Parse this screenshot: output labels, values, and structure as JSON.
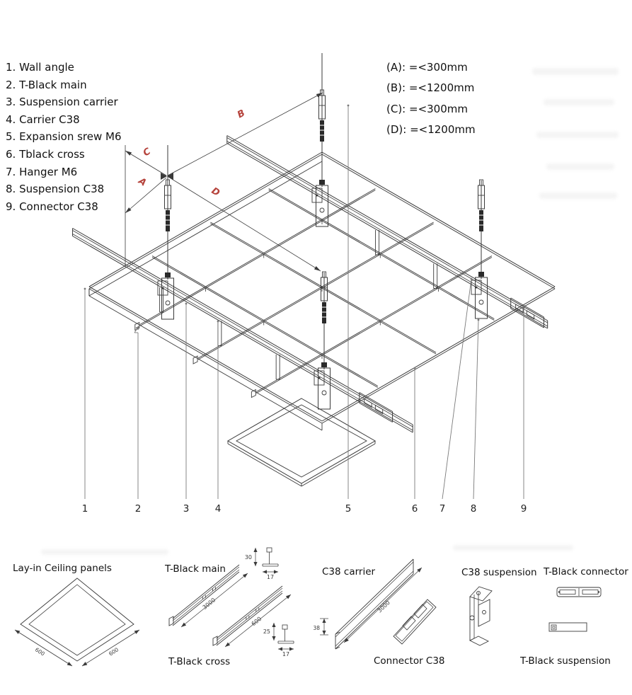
{
  "colors": {
    "ink": "#3a3a3a",
    "red": "#b5423b",
    "leader": "#7a7a7a",
    "background": "#ffffff"
  },
  "legend": {
    "items": [
      "1. Wall angle",
      "2. T-Black main",
      "3. Suspension carrier",
      "4. Carrier C38",
      "5. Expansion srew M6",
      "6. Tblack cross",
      "7. Hanger M6",
      "8. Suspension C38",
      "9. Connector C38"
    ]
  },
  "dimension_notes": {
    "items": [
      "(A): =<300mm",
      "(B): =<1200mm",
      "(C): =<300mm",
      "(D): =<1200mm"
    ]
  },
  "dim_markers": {
    "a": "A",
    "b": "B",
    "c": "C",
    "d": "D"
  },
  "callouts": {
    "items": [
      "1",
      "2",
      "3",
      "4",
      "5",
      "6",
      "7",
      "8",
      "9"
    ]
  },
  "gallery": {
    "panel": {
      "label": "Lay-in Ceiling panels",
      "dim_left": "600",
      "dim_right": "600"
    },
    "t_main": {
      "label": "T-Black main",
      "length": "3000",
      "sec_h": "30",
      "sec_w": "17"
    },
    "t_cross": {
      "label": "T-Black cross",
      "length": "600",
      "sec_h": "25",
      "sec_w": "17"
    },
    "carrier": {
      "label": "C38 carrier",
      "length": "3000",
      "height": "38"
    },
    "connector": {
      "label": "Connector C38"
    },
    "c38_suspension": {
      "label": "C38 suspension"
    },
    "t_connector": {
      "label": "T-Black connector"
    },
    "t_suspension": {
      "label": "T-Black suspension"
    }
  }
}
